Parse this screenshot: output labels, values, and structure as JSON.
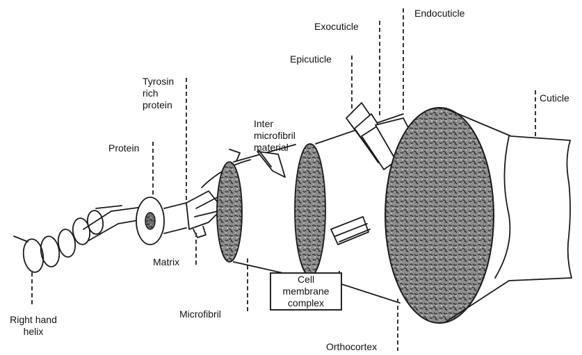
{
  "labels": {
    "endocuticle": "Endocuticle",
    "exocuticle": "Exocuticle",
    "epicuticle": "Epicuticle",
    "cuticle": "Cuticle",
    "tyrosin": "Tyrosin\nrich\nprotein",
    "inter_microfibril": "Inter\nmicrofibril\nmaterial",
    "protein": "Protein",
    "matrix": "Matrix",
    "right_hand_helix": "Right hand\nhelix",
    "microfibril": "Microfibril",
    "cell_membrane_complex": "Cell\nmembrane\ncomplex",
    "orthocortex": "Orthocortex"
  }
}
